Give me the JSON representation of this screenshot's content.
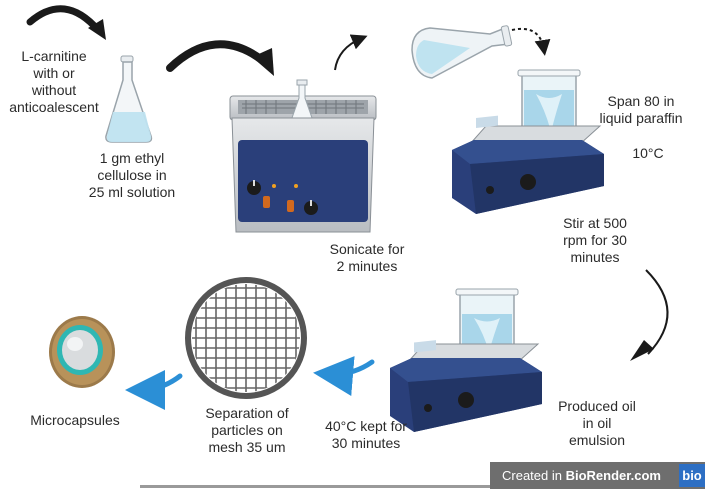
{
  "labels": {
    "carnitine": "L-carnitine\nwith or\nwithout\nanticoalescent",
    "ethyl_cellulose": "1 gm ethyl\ncellulose in\n25 ml solution",
    "sonicate": "Sonicate for\n2 minutes",
    "span80": "Span 80 in\nliquid paraffin",
    "temp10": "10°C",
    "stir": "Stir at 500\nrpm for 30\nminutes",
    "produced": "Produced oil\nin oil\nemulsion",
    "kept40": "40°C kept for\n30 minutes",
    "separation": "Separation of\nparticles on\nmesh 35 um",
    "microcapsules": "Microcapsules"
  },
  "brand": {
    "prefix": "Created in ",
    "name": "BioRender.com",
    "mini": "bio"
  },
  "colors": {
    "flask_liquid": "#bfe3f0",
    "device_blue": "#2a3f7a",
    "arrow_blue": "#2b8fd6",
    "arrow_black": "#1a1a1a"
  }
}
